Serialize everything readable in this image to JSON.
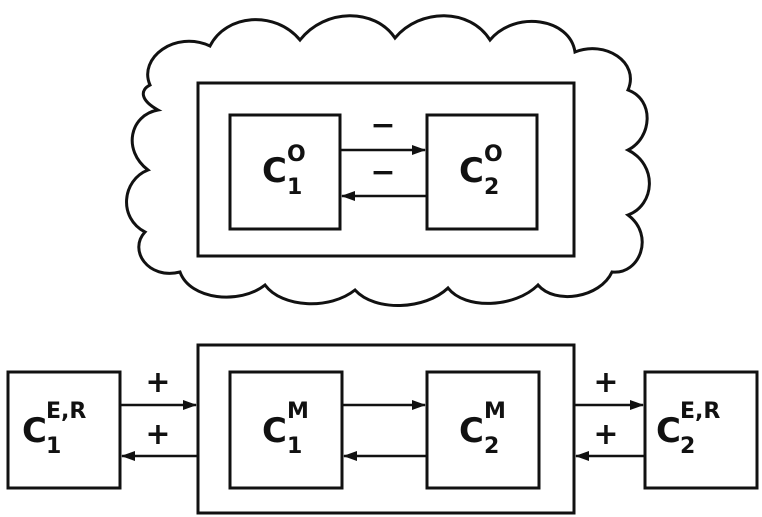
{
  "diagram": {
    "top_group": {
      "node_left": {
        "base": "C",
        "sup": "O",
        "sub": "1"
      },
      "node_right": {
        "base": "C",
        "sup": "O",
        "sub": "2"
      },
      "edge_upper_sign": "−",
      "edge_lower_sign": "−"
    },
    "bottom_group": {
      "outer_left": {
        "base": "C",
        "sup": "E,R",
        "sub": "1"
      },
      "inner_left": {
        "base": "C",
        "sup": "M",
        "sub": "1"
      },
      "inner_right": {
        "base": "C",
        "sup": "M",
        "sub": "2"
      },
      "outer_right": {
        "base": "C",
        "sup": "E,R",
        "sub": "2"
      },
      "left_edge_upper_sign": "+",
      "left_edge_lower_sign": "+",
      "right_edge_upper_sign": "+",
      "right_edge_lower_sign": "+"
    },
    "colors": {
      "ink": "#111111",
      "background": "#ffffff"
    }
  }
}
